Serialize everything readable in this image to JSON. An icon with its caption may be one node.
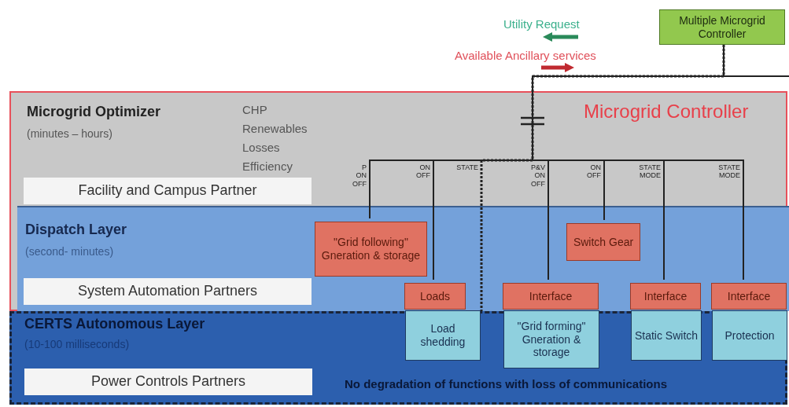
{
  "diagram": {
    "nodes": [
      {
        "text": [
          "Multiple Microgrid Controller"
        ]
      },
      {
        "text": [
          "Microgrid Controller"
        ]
      },
      {
        "text": [
          "Microgrid Optimizer",
          "(minutes – hours)"
        ],
        "in": 1
      },
      {
        "text": [
          "Facility and Campus Partner"
        ],
        "in": 2
      },
      {
        "text": [
          "Dispatch Layer",
          "(second- minutes)"
        ],
        "in": 1
      },
      {
        "text": [
          "System Automation Partners"
        ],
        "in": 4
      },
      {
        "text": [
          "\"Grid following\" Gneration & storage"
        ],
        "in": 4
      },
      {
        "text": [
          "Switch Gear"
        ],
        "in": 4
      },
      {
        "text": [
          "Loads"
        ],
        "in": 4
      },
      {
        "text": [
          "Interface"
        ],
        "in": 4
      },
      {
        "text": [
          "Interface"
        ],
        "in": 4
      },
      {
        "text": [
          "Interface"
        ],
        "in": 4
      },
      {
        "text": [
          "CERTS Autonomous Layer",
          "(10-100 milliseconds)"
        ]
      },
      {
        "text": [
          "Power Controls Partners"
        ],
        "in": 12
      },
      {
        "text": [
          "Load shedding"
        ],
        "in": 12
      },
      {
        "text": [
          "\"Grid forming\" Gneration & storage"
        ],
        "in": 12
      },
      {
        "text": [
          "Static Switch"
        ],
        "in": 12
      },
      {
        "text": [
          "Protection"
        ],
        "in": 12
      }
    ],
    "edges": [
      {
        "from": 0,
        "to": 6,
        "arrow": "none",
        "label": "P ON OFF"
      },
      {
        "from": 0,
        "to": 8,
        "arrow": "none",
        "label": "ON OFF"
      },
      {
        "from": 0,
        "to": 12,
        "arrow": "none",
        "label": "STATE",
        "style": "dashed"
      },
      {
        "from": 0,
        "to": 9,
        "arrow": "none",
        "label": "P&V ON OFF"
      },
      {
        "from": 0,
        "to": 7,
        "arrow": "none",
        "label": "ON OFF"
      },
      {
        "from": 0,
        "to": 10,
        "arrow": "none",
        "label": "STATE MODE"
      },
      {
        "from": 0,
        "to": 11,
        "arrow": "none",
        "label": "STATE MODE"
      },
      {
        "from": 0,
        "to": null,
        "arrow": "none"
      }
    ],
    "labels": [
      "Utility Request",
      "Available Ancillary services",
      "CHP",
      "Renewables",
      "Losses",
      "Efficiency",
      "No degradation of functions with loss of communications"
    ]
  }
}
